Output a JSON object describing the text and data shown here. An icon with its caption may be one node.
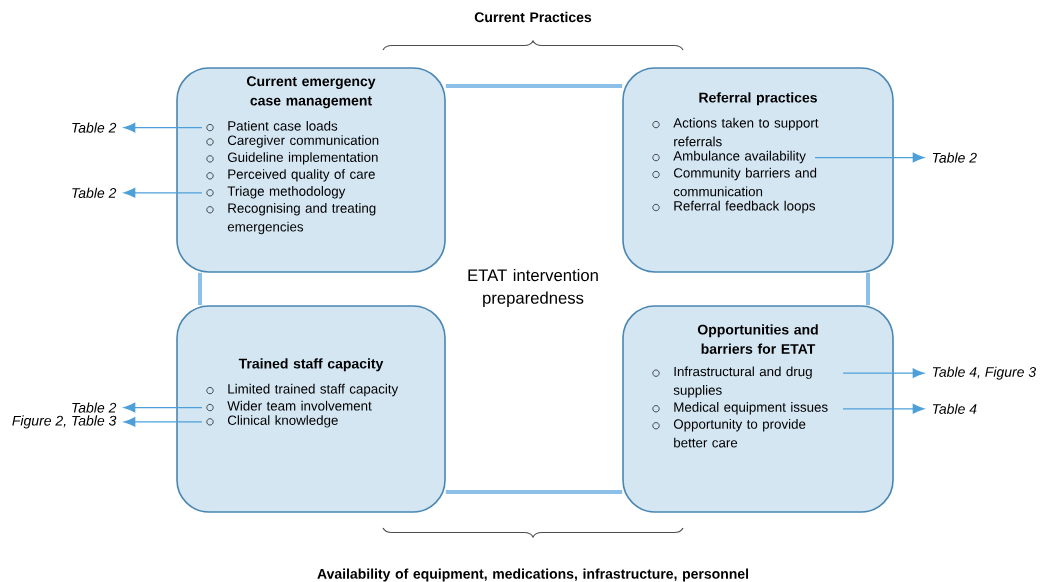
{
  "diagram": {
    "nodes": [
      {
        "text": [
          "Current emergency case management",
          "Patient case loads",
          "Caregiver communication",
          "Guideline implementation",
          "Perceived quality of care",
          "Triage methodology",
          "Recognising and treating emergencies"
        ]
      },
      {
        "text": [
          "Referral practices",
          "Actions taken to support referrals",
          "Ambulance availability",
          "Community barriers and communication",
          "Referral feedback loops"
        ]
      },
      {
        "text": [
          "Trained staff capacity",
          "Limited trained staff capacity",
          "Wider team involvement",
          "Clinical knowledge"
        ]
      },
      {
        "text": [
          "Opportunities and barriers for ETAT",
          "Infrastructural and drug supplies",
          "Medical equipment issues",
          "Opportunity to provide better care"
        ]
      },
      {
        "text": [
          "Table 2"
        ]
      },
      {
        "text": [
          "Table 2"
        ]
      },
      {
        "text": [
          "Table 2"
        ]
      },
      {
        "text": [
          "Table 2"
        ]
      },
      {
        "text": [
          "Figure 2, Table 3"
        ]
      },
      {
        "text": [
          "Table 4, Figure 3"
        ]
      },
      {
        "text": [
          "Table 4"
        ]
      }
    ],
    "edges": [
      {
        "from": 0,
        "to": 4,
        "arrow": "to"
      },
      {
        "from": 0,
        "to": 5,
        "arrow": "to"
      },
      {
        "from": 1,
        "to": 6,
        "arrow": "to"
      },
      {
        "from": 2,
        "to": 7,
        "arrow": "to"
      },
      {
        "from": 2,
        "to": 8,
        "arrow": "to"
      },
      {
        "from": 3,
        "to": 9,
        "arrow": "to"
      },
      {
        "from": 3,
        "to": 10,
        "arrow": "to"
      },
      {
        "from": 0,
        "to": 1,
        "arrow": "none",
        "style": "thick",
        "color": "#8cc0e8"
      },
      {
        "from": 0,
        "to": 2,
        "arrow": "none",
        "style": "thick",
        "color": "#8cc0e8"
      },
      {
        "from": 1,
        "to": 3,
        "arrow": "none",
        "style": "thick",
        "color": "#8cc0e8"
      },
      {
        "from": 2,
        "to": 3,
        "arrow": "none",
        "style": "thick",
        "color": "#8cc0e8"
      }
    ],
    "labels": [
      "Current Practices",
      "ETAT intervention preparedness",
      "Availability of equipment, medications, infrastructure, personnel"
    ]
  }
}
